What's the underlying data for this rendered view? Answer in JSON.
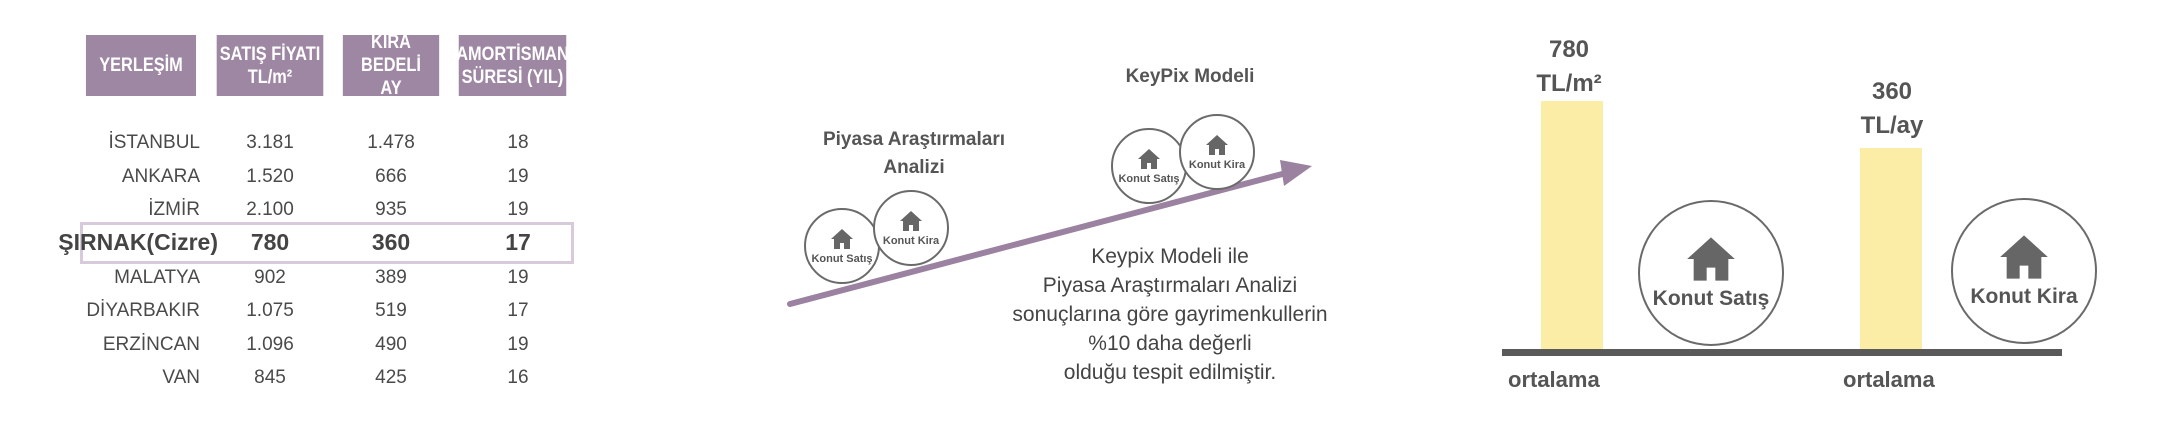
{
  "table": {
    "headers": [
      {
        "line1": "YERLEŞİM",
        "line2": ""
      },
      {
        "line1": "SATIŞ FİYATI",
        "line2": "TL/m²"
      },
      {
        "line1": "KİRA BEDELİ",
        "line2": "AY"
      },
      {
        "line1": "AMORTİSMAN",
        "line2": "SÜRESİ (YIL)"
      }
    ],
    "rows": [
      {
        "city": "İSTANBUL",
        "sale": "3.181",
        "rent": "1.478",
        "years": "18"
      },
      {
        "city": "ANKARA",
        "sale": "1.520",
        "rent": "666",
        "years": "19"
      },
      {
        "city": "İZMİR",
        "sale": "2.100",
        "rent": "935",
        "years": "19"
      },
      {
        "city": "ŞIRNAK(Cizre)",
        "sale": "780",
        "rent": "360",
        "years": "17"
      },
      {
        "city": "MALATYA",
        "sale": "902",
        "rent": "389",
        "years": "19"
      },
      {
        "city": "DİYARBAKIR",
        "sale": "1.075",
        "rent": "519",
        "years": "17"
      },
      {
        "city": "ERZİNCAN",
        "sale": "1.096",
        "rent": "490",
        "years": "19"
      },
      {
        "city": "VAN",
        "sale": "845",
        "rent": "425",
        "years": "16"
      }
    ],
    "highlight_row": 3
  },
  "diagram": {
    "left_label": {
      "line1": "Piyasa Araştırmaları",
      "line2": "Analizi"
    },
    "right_label": "KeyPix Modeli",
    "circle_sale": "Konut Satış",
    "circle_rent": "Konut Kira",
    "note": {
      "line1": "Keypix Modeli ile",
      "line2": "Piyasa Araştırmaları Analizi",
      "line3": "sonuçlarına göre gayrimenkullerin",
      "line4": "%10 daha değerli",
      "line5": "olduğu tespit edilmiştir."
    },
    "arrow_color": "#9a82a0"
  },
  "bars": {
    "sale": {
      "value": "780",
      "unit": "TL/m²",
      "base_label": "ortalama",
      "circle_label": "Konut Satış"
    },
    "rent": {
      "value": "360",
      "unit": "TL/ay",
      "base_label": "ortalama",
      "circle_label": "Konut Kira"
    },
    "bar_color": "#fbeda5",
    "baseline_color": "#5a5a5a"
  },
  "colors": {
    "header_bg": "#9e87a3",
    "highlight_border": "#d7cbdb"
  }
}
